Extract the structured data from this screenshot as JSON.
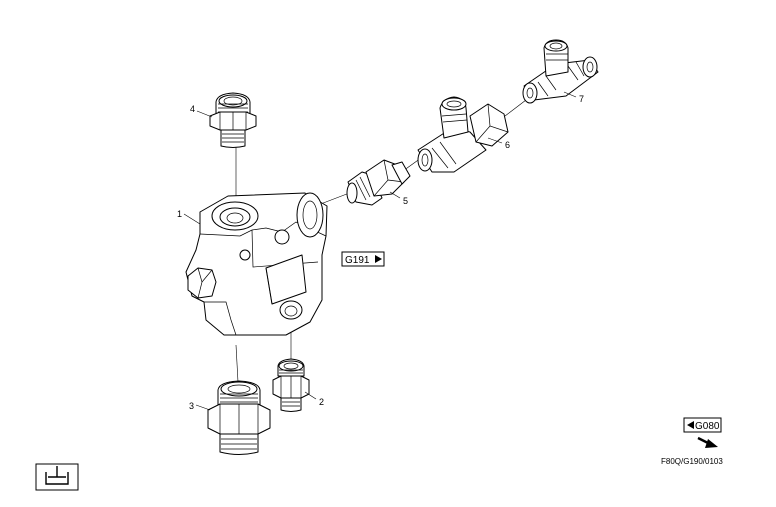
{
  "callouts": [
    "1",
    "2",
    "3",
    "4",
    "5",
    "6",
    "7"
  ],
  "refs": {
    "forward": "G191",
    "back": "G080"
  },
  "drawing_code": "F80Q/G190/0103",
  "icons": {
    "forward_arrow": "triangle-right-icon",
    "back_arrow": "triangle-left-icon",
    "direction": "arrow-down-right-icon",
    "group_symbol": "cylinder-symbol-icon"
  },
  "colors": {
    "line": "#000000",
    "background": "#ffffff"
  }
}
